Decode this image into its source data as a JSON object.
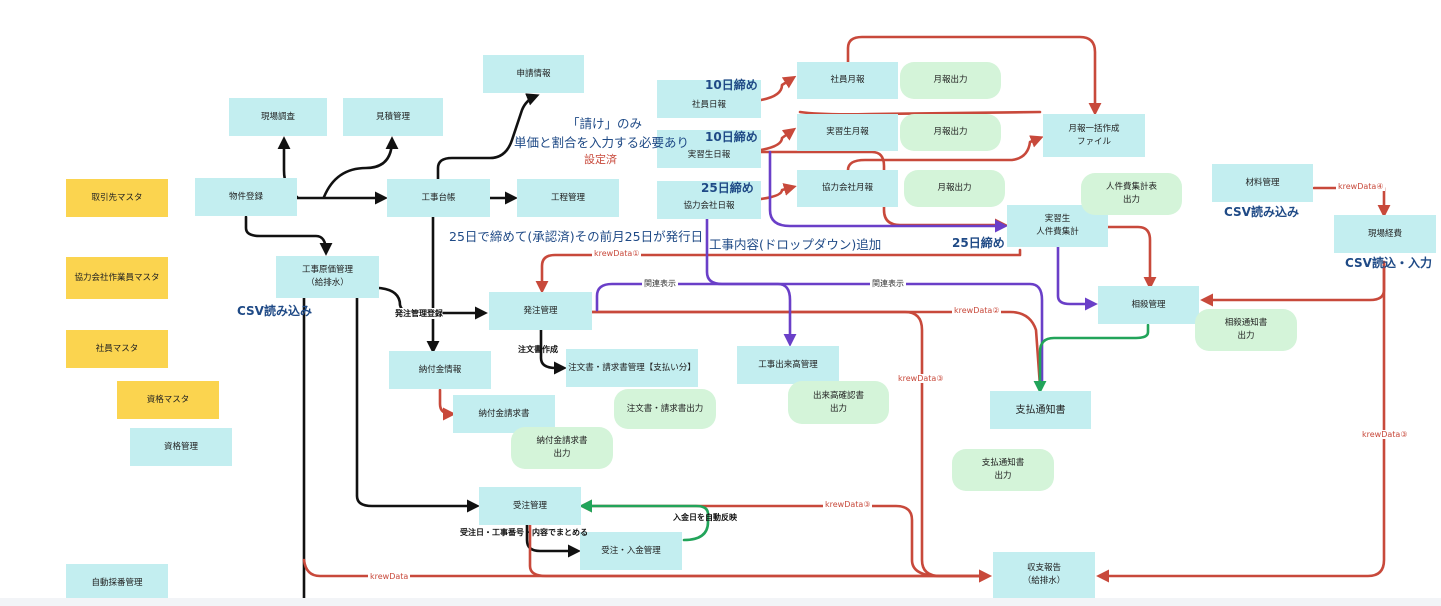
{
  "nodes": {
    "genba_chosa": "現場調査",
    "mitsumori": "見積管理",
    "shinsei": "申請情報",
    "torihiki_master": "取引先マスタ",
    "bukken": "物件登録",
    "koji_daicho": "工事台帳",
    "kotei": "工程管理",
    "genka": "工事原価管理\n（給排水）",
    "kyoryoku_master": "協力会社作業員マスタ",
    "shain_master": "社員マスタ",
    "shikaku_master": "資格マスタ",
    "shikaku_kanri": "資格管理",
    "jido_saiban": "自動採番管理",
    "hacchu": "発注管理",
    "nofukin": "納付金情報",
    "chumon": "注文書・請求書管理【支払い分】",
    "chumon_out": "注文書・請求書出力",
    "nofukin_seikyu": "納付金請求書",
    "nofukin_seikyu_out": "納付金請求書\n出力",
    "dekidaka": "工事出来高管理",
    "dekidaka_out": "出来高確認書\n出力",
    "juchu": "受注管理",
    "nyukin": "受注・入金管理",
    "shain_nippo": "社員日報",
    "jisshu_nippo": "実習生日報",
    "kyoryoku_nippo": "協力会社日報",
    "shain_geppo": "社員月報",
    "jisshu_geppo": "実習生月報",
    "kyoryoku_geppo": "協力会社月報",
    "geppo_out1": "月報出力",
    "geppo_out2": "月報出力",
    "geppo_out3": "月報出力",
    "geppo_ikkatsu": "月報一括作成\nファイル",
    "jinkenhi_out": "人件費集計表\n出力",
    "jisshu_jinkenhi": "実習生\n人件費集計",
    "sosai": "相殺管理",
    "sosai_out": "相殺通知書\n出力",
    "shiharai": "支払通知書",
    "shiharai_out": "支払通知書\n出力",
    "shushi": "収支報告\n（給排水）",
    "zairyo": "材料管理",
    "genba_keihi": "現場経費"
  },
  "annotations": {
    "ukeke_line1": "「請け」のみ",
    "ukeke_line2": "単価と割合を入力する必要あり",
    "settei": "設定済",
    "shime10_a": "10日締め",
    "shime10_b": "10日締め",
    "shime25_a": "25日締め",
    "shime25_b": "25日締め",
    "hacchu_note": "25日で締めて(承認済)その前月25日が発行日",
    "dropdown_note": "工事内容(ドロップダウン)追加",
    "csv1": "CSV読み込み",
    "csv2": "CSV読み込み",
    "csv3": "CSV読込・入力"
  },
  "edge_labels": {
    "hacchu_toroku": "発注管理登録",
    "chumon_sakusei": "注文書作成",
    "juchu_matome": "受注日・工事番号・内容でまとめる",
    "nyukin_hanei": "入金日を自動反映",
    "kanren1": "関連表示",
    "kanren2": "関連表示",
    "krew1": "krewData①",
    "krew2": "krewData②",
    "krew3a": "krewData③",
    "krew3b": "krewData③",
    "krew3c": "krewData③",
    "krew4": "krewData④",
    "krew0": "krewData"
  },
  "colors": {
    "node_cyan": "#c3eef0",
    "node_yellow": "#fbd44f",
    "node_mint": "#d4f4d9",
    "edge_black": "#111111",
    "edge_red": "#c8493b",
    "edge_purple": "#6a3fc8",
    "edge_green": "#22a45a",
    "text_blue": "#1f4a86"
  }
}
